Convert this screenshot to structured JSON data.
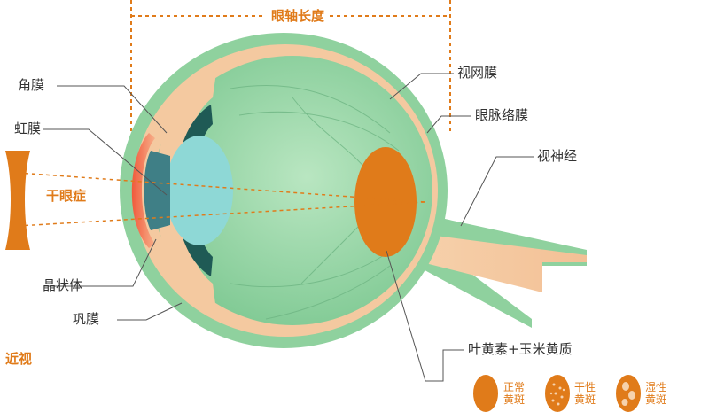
{
  "axial_length": "眼轴长度",
  "labels": {
    "cornea": "角膜",
    "iris": "虹膜",
    "dry_eye": "干眼症",
    "lens": "晶状体",
    "sclera": "巩膜",
    "myopia": "近视",
    "retina": "视网膜",
    "choroid": "眼脉络膜",
    "optic_nerve": "视神经",
    "pigments": "叶黄素+玉米黄质"
  },
  "macula_states": [
    {
      "name": "正常黄斑",
      "line1": "正常",
      "line2": "黄斑"
    },
    {
      "name": "干性黄斑",
      "line1": "干性",
      "line2": "黄斑"
    },
    {
      "name": "湿性黄斑",
      "line1": "湿性",
      "line2": "黄斑"
    }
  ],
  "colors": {
    "orange": "#e07b1a",
    "eye_green": "#8ccf9c",
    "outer_green": "#8fd19e",
    "peach": "#f4c9a0",
    "lens_cyan": "#8ed8d6",
    "dark_teal": "#1f5a55",
    "leader_line": "#555555"
  }
}
